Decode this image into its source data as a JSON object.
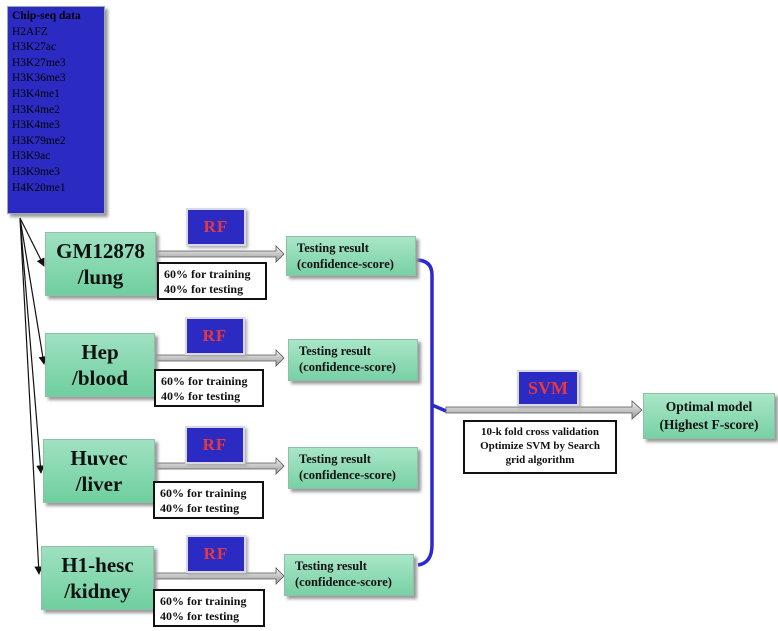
{
  "chip": {
    "title": "Chip-seq data",
    "marks": [
      "H2AFZ",
      "H3K27ac",
      "H3K27me3",
      "H3K36me3",
      "H3K4me1",
      "H3K4me2",
      "H3K4me3",
      "H3K79me2",
      "H3K9ac",
      "H3K9me3",
      "H4K20me1"
    ]
  },
  "rows": [
    {
      "cell_line_1": "GM12878",
      "cell_line_2": "/lung",
      "classifier": "RF",
      "split_1": "60% for training",
      "split_2": "40% for testing",
      "result_1": "Testing result",
      "result_2": "(confidence-score)"
    },
    {
      "cell_line_1": "Hep",
      "cell_line_2": "/blood",
      "classifier": "RF",
      "split_1": "60% for training",
      "split_2": "40% for testing",
      "result_1": "Testing result",
      "result_2": "(confidence-score)"
    },
    {
      "cell_line_1": "Huvec",
      "cell_line_2": "/liver",
      "classifier": "RF",
      "split_1": "60% for training",
      "split_2": "40% for testing",
      "result_1": "Testing result",
      "result_2": "(confidence-score)"
    },
    {
      "cell_line_1": "H1-hesc",
      "cell_line_2": "/kidney",
      "classifier": "RF",
      "split_1": "60% for training",
      "split_2": "40% for testing",
      "result_1": "Testing result",
      "result_2": "(confidence-score)"
    }
  ],
  "svm": {
    "label": "SVM",
    "desc_1": "10-k fold cross validation",
    "desc_2": "Optimize SVM by Search",
    "desc_3": "grid algorithm"
  },
  "output": {
    "line_1": "Optimal model",
    "line_2": "(Highest F-score)"
  },
  "colors": {
    "block_blue": "#2b2bc4",
    "label_red": "#e8383d",
    "cell_green": "#7fd6aa",
    "bracket_blue": "#2a2ad0"
  }
}
